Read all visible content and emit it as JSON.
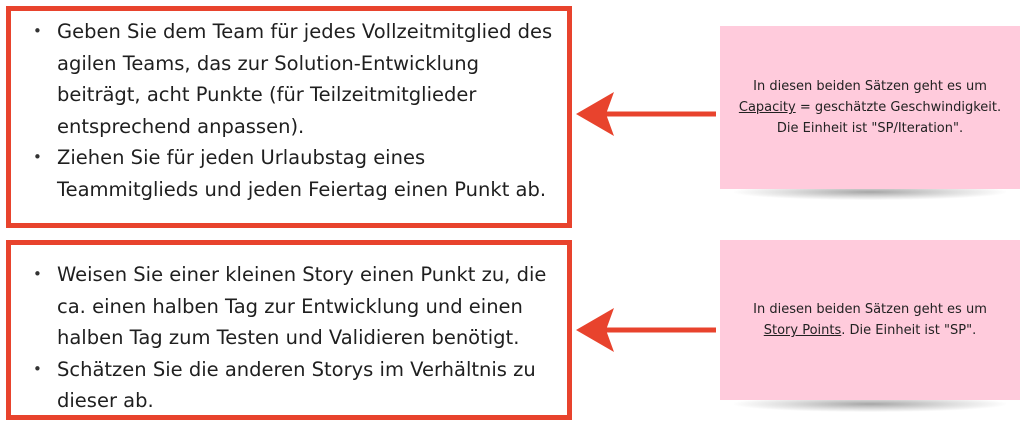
{
  "box_top": {
    "bullets": [
      "Geben Sie dem Team für jedes Vollzeitmitglied des agilen Teams, das zur Solution-Entwicklung beiträgt, acht Punkte (für Teilzeitmitglieder entsprechend anpassen).",
      "Ziehen Sie für jeden Urlaubstag eines Teammitglieds und jeden Feiertag einen Punkt ab."
    ]
  },
  "box_bottom": {
    "bullets": [
      "Weisen Sie einer kleinen Story einen Punkt zu, die ca. einen halben Tag zur Entwicklung und einen halben Tag zum Testen und Validieren benötigt.",
      "Schätzen Sie die anderen Storys im Verhältnis zu dieser ab."
    ]
  },
  "note_top": {
    "lead": "In diesen beiden Sätzen geht es um",
    "term": "Capacity",
    "rest": " = geschätzte Geschwindigkeit. Die Einheit ist \"SP/Iteration\"."
  },
  "note_bottom": {
    "lead": "In diesen beiden Sätzen geht es um",
    "term": "Story Points",
    "rest": ". Die Einheit ist \"SP\"."
  },
  "colors": {
    "accent_red": "#e8432d",
    "sticky_pink": "#ffcbdc"
  }
}
